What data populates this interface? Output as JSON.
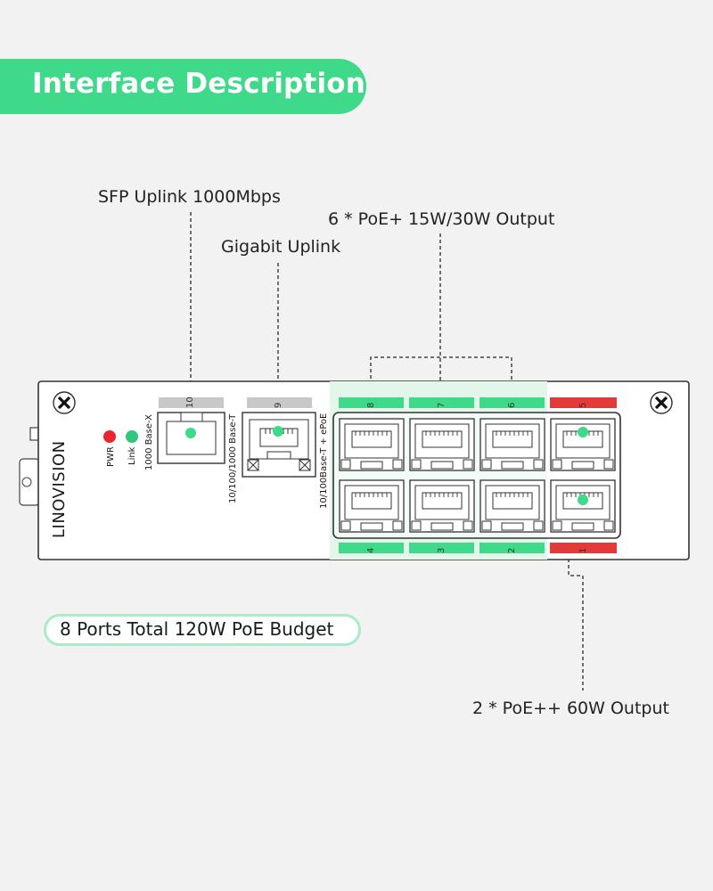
{
  "header": {
    "title": "Interface Description"
  },
  "callouts": {
    "sfp": "SFP Uplink 1000Mbps",
    "gigabit": "Gigabit Uplink",
    "poe_plus": "6 * PoE+ 15W/30W Output",
    "poe_plusplus": "2 * PoE++ 60W Output"
  },
  "budget_pill": "8 Ports Total 120W PoE Budget",
  "device": {
    "brand": "LINOVISION",
    "led_pwr": "PWR",
    "led_link": "Link",
    "sfp_label": "1000 Base-X",
    "rj45_label": "10/100/1000 Base-T",
    "poe_label": "10/100Base-T + ePoE",
    "port_10": "10",
    "port_9": "9",
    "top_ports": [
      "8",
      "7",
      "6",
      "5"
    ],
    "bottom_ports": [
      "4",
      "3",
      "2",
      "1"
    ]
  },
  "colors": {
    "accent": "#3fd98a",
    "poe_plus_tag": "#3fd98a",
    "poe_plusplus_tag": "#e53a3a",
    "uplink_tag": "#c8c8c8",
    "pwr_led": "#e8262b",
    "link_led": "#2fc77c"
  }
}
